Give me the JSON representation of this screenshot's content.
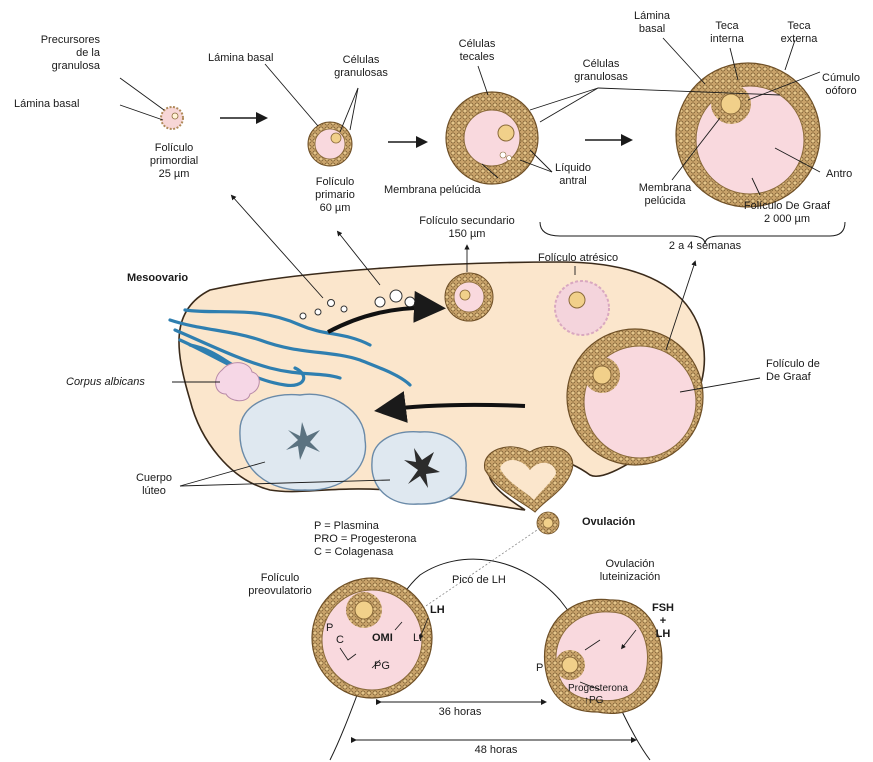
{
  "colors": {
    "ovary": "#fbe6cc",
    "ovary_outline": "#3a2a1a",
    "granulosa": "#c9a36b",
    "granulosa_dark": "#7a5a30",
    "follicle_fill": "#f9d9de",
    "vessel": "#2f7fb0",
    "luteum": "#dfe8f0"
  },
  "top": {
    "precursores": [
      "Precursores",
      "de la",
      "granulosa"
    ],
    "lamina_basal_1": "Lámina basal",
    "foliculo_primordial": [
      "Folículo",
      "primordial",
      "25 µm"
    ],
    "lamina_basal_2": "Lámina basal",
    "celulas_granulosas_1": [
      "Células",
      "granulosas"
    ],
    "foliculo_primario": [
      "Folículo",
      "primario",
      "60 µm"
    ],
    "celulas_tecales": [
      "Células",
      "tecales"
    ],
    "celulas_granulosas_2": [
      "Células",
      "granulosas"
    ],
    "membrana_pelucida_1": "Membrana pelúcida",
    "liquido_antral": [
      "Líquido",
      "antral"
    ],
    "lamina_basal_3": [
      "Lámina",
      "basal"
    ],
    "teca_interna": [
      "Teca",
      "interna"
    ],
    "teca_externa": [
      "Teca",
      "externa"
    ],
    "cumulo_ooforo": [
      "Cúmulo",
      "oóforo"
    ],
    "antro": "Antro",
    "membrana_pelucida_2": [
      "Membrana",
      "pelúcida"
    ],
    "foliculo_graaf": [
      "Folículo De Graaf",
      "2 000 µm"
    ],
    "semanas": "2 a 4 semanas"
  },
  "middle": {
    "foliculo_secundario": [
      "Folículo secundario",
      "150 µm"
    ],
    "mesoovario": "Mesoovario",
    "foliculo_atresico": "Folículo atrésico",
    "corpus_albicans": "Corpus albicans",
    "foliculo_graaf": [
      "Folículo de",
      "De Graaf"
    ],
    "cuerpo_luteo": [
      "Cuerpo",
      "lúteo"
    ],
    "ovulacion": "Ovulación"
  },
  "legend": [
    "P = Plasmina",
    "PRO = Progesterona",
    "C = Colagenasa"
  ],
  "bottom": {
    "foliculo_preovulatorio": [
      "Folículo",
      "preovulatorio"
    ],
    "pico_lh": "Pico de LH",
    "ovulacion_lut": [
      "Ovulación",
      "luteinización"
    ],
    "lh": "LH",
    "fsh_lh": [
      "FSH",
      "+",
      "LH"
    ],
    "p": "P",
    "c": "C",
    "omi": "OMI",
    "li": "LI",
    "pg": "PG",
    "p2": "P",
    "progesterona": "Progesterona",
    "pg2": "↑PG",
    "horas_36": "36 horas",
    "horas_48": "48 horas"
  }
}
